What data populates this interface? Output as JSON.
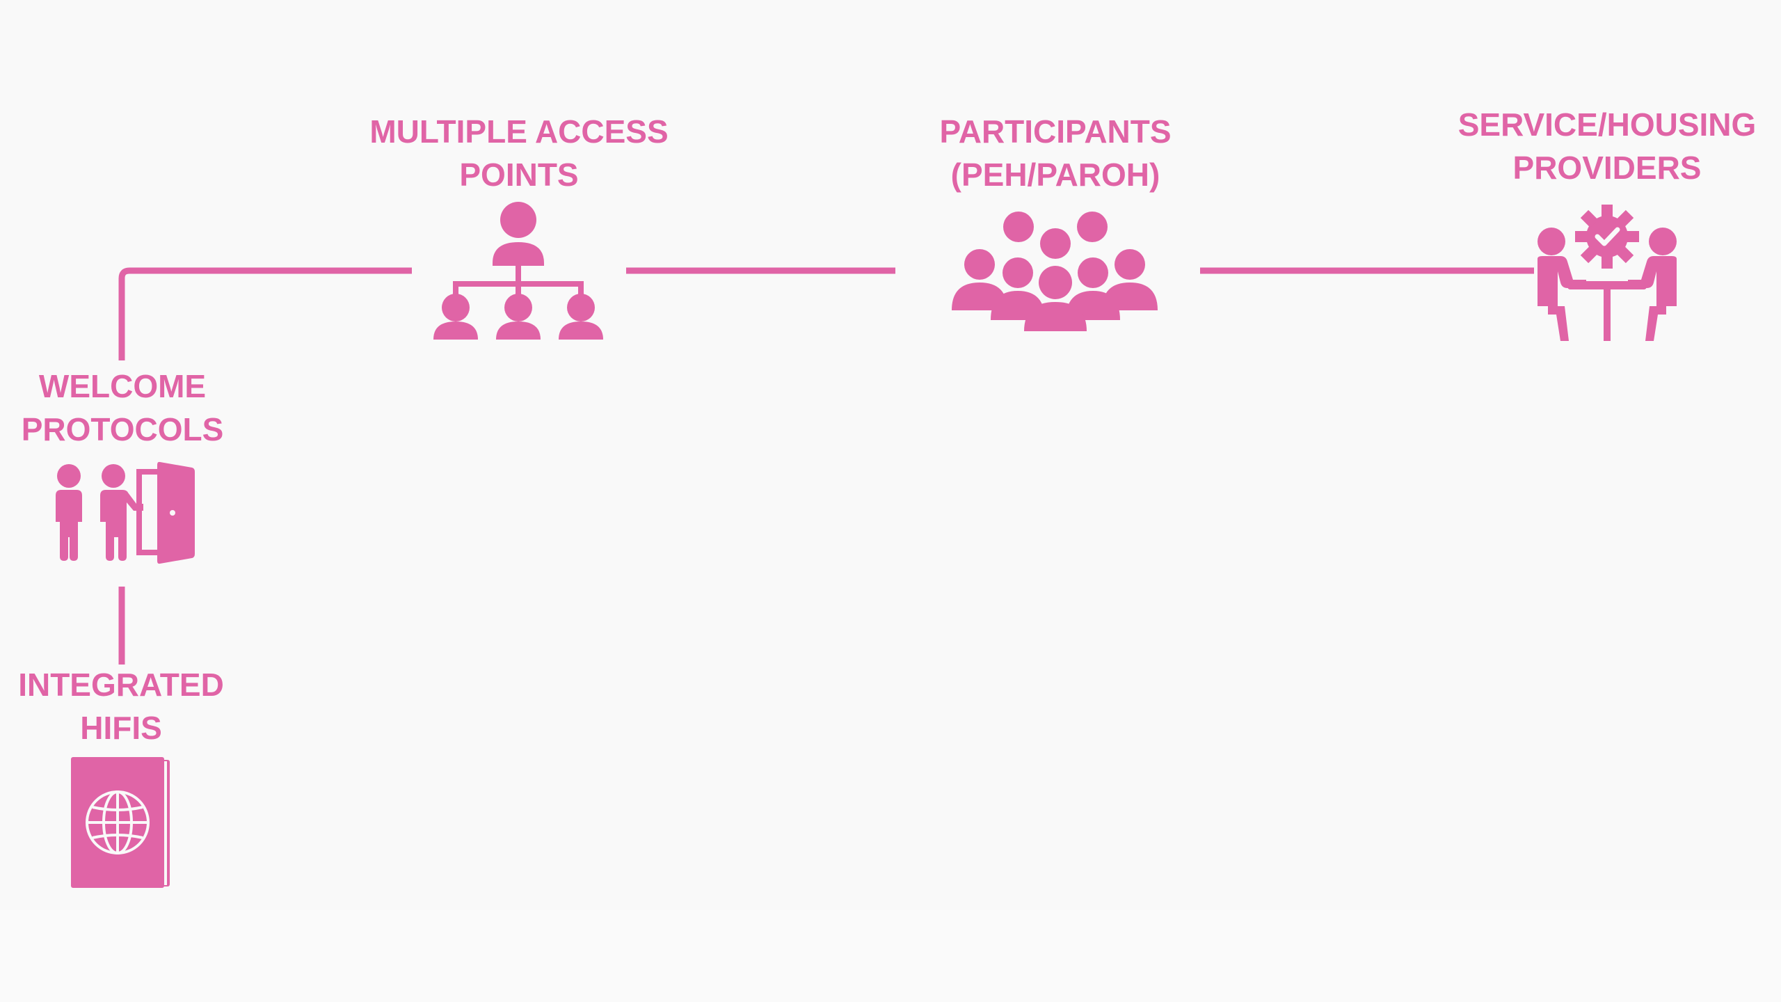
{
  "diagram": {
    "accent_color": "#e064a6",
    "background_color": "#f9f9f9",
    "nodes": [
      {
        "id": "access",
        "label_lines": [
          "MULTIPLE ACCESS",
          "POINTS"
        ],
        "icon": "hierarchy-icon"
      },
      {
        "id": "participants",
        "label_lines": [
          "PARTICIPANTS",
          "(PEH/PAROH)"
        ],
        "icon": "group-icon"
      },
      {
        "id": "providers",
        "label_lines": [
          "SERVICE/HOUSING",
          "PROVIDERS"
        ],
        "icon": "meeting-icon"
      },
      {
        "id": "welcome",
        "label_lines": [
          "WELCOME",
          "PROTOCOLS"
        ],
        "icon": "door-icon"
      },
      {
        "id": "hifis",
        "label_lines": [
          "INTEGRATED",
          "HIFIS"
        ],
        "icon": "passport-icon"
      }
    ]
  }
}
